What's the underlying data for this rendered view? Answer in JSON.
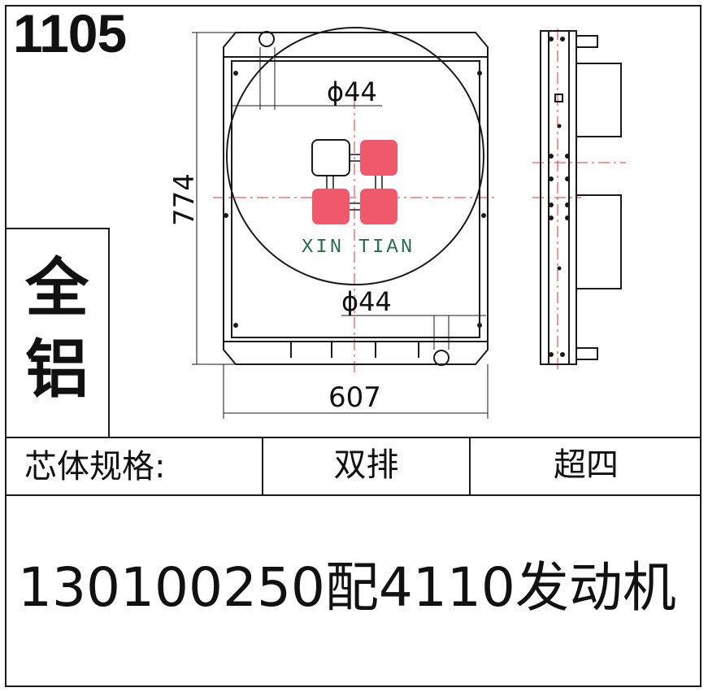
{
  "header": {
    "model_number": "1105"
  },
  "material": {
    "line1": "全",
    "line2": "铝"
  },
  "drawing": {
    "dim_top_hole": "ϕ44",
    "dim_bottom_hole": "ϕ44",
    "dim_height": "774",
    "dim_width": "607",
    "watermark": "XIN TIAN",
    "logo_colors": {
      "primary": "#f0596b",
      "outline": "#1a1a1a"
    },
    "centerline_color": "#e03030"
  },
  "spec_row": {
    "label": "芯体规格:",
    "rows_value": "双排",
    "grade_value": "超四"
  },
  "footer": {
    "part_description": "130100250配4110发动机"
  }
}
